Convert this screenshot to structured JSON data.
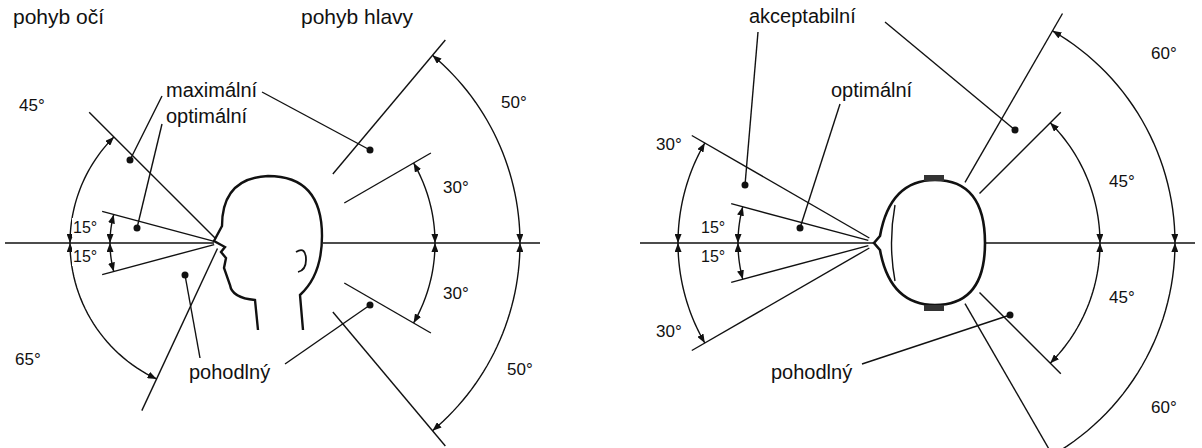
{
  "diagram": {
    "labels": [
      "pohyb očí",
      "pohyb hlavy",
      "maximální",
      "optimální",
      "45°",
      "15°",
      "15°",
      "65°",
      "pohodlný",
      "50°",
      "30°",
      "30°",
      "50°",
      "akceptabilní",
      "optimální",
      "30°",
      "15°",
      "15°",
      "30°",
      "pohodlný",
      "60°",
      "45°",
      "45°",
      "60°"
    ]
  }
}
